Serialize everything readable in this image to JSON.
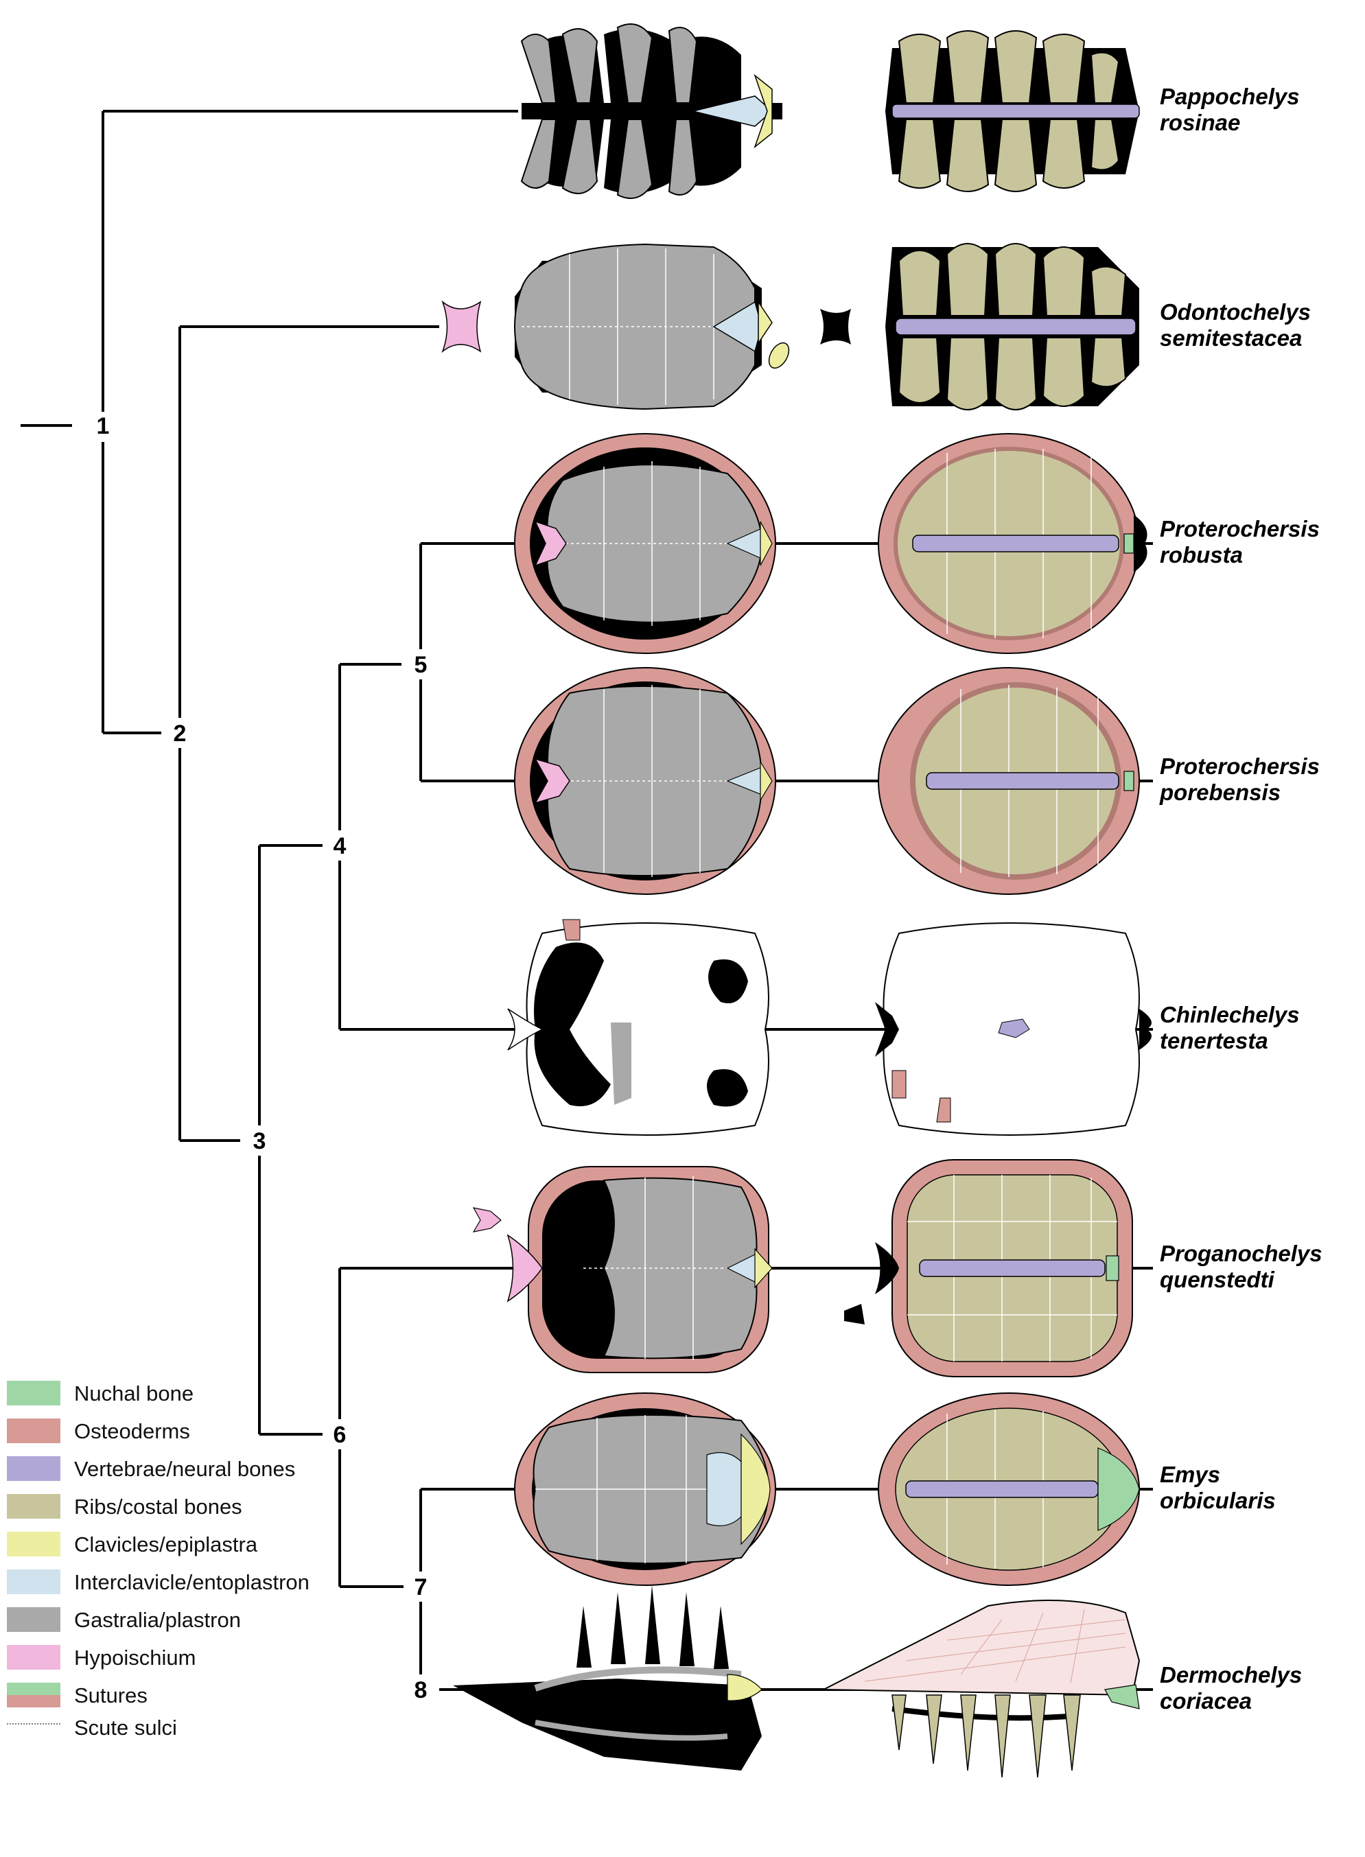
{
  "nodes": [
    "1",
    "2",
    "3",
    "4",
    "5",
    "6",
    "7",
    "8"
  ],
  "taxa": [
    {
      "genus": "Pappochelys",
      "species": "rosinae"
    },
    {
      "genus": "Odontochelys",
      "species": "semitestacea"
    },
    {
      "genus": "Proterochersis",
      "species": "robusta"
    },
    {
      "genus": "Proterochersis",
      "species": "porebensis"
    },
    {
      "genus": "Chinlechelys",
      "species": "tenertesta"
    },
    {
      "genus": "Proganochelys",
      "species": "quenstedti"
    },
    {
      "genus": "Emys",
      "species": "orbicularis"
    },
    {
      "genus": "Dermochelys",
      "species": "coriacea"
    }
  ],
  "legend": [
    {
      "label": "Nuchal bone",
      "color": "#9fd6a6"
    },
    {
      "label": "Osteoderms",
      "color": "#d89a95"
    },
    {
      "label": "Vertebrae/neural bones",
      "color": "#b1a7d6"
    },
    {
      "label": "Ribs/costal bones",
      "color": "#c8c59c"
    },
    {
      "label": "Clavicles/epiplastra",
      "color": "#eeeea0"
    },
    {
      "label": "Interclavicle/entoplastron",
      "color": "#cfe2ee"
    },
    {
      "label": "Gastralia/plastron",
      "color": "#a9a9a9"
    },
    {
      "label": "Hypoischium",
      "color": "#f2b7dd"
    },
    {
      "label": "Sutures",
      "color": "#9fd6a6",
      "color2": "#d89a95"
    },
    {
      "label": "Scute sulci",
      "color": "#555555"
    }
  ],
  "colors": {
    "nuchal": "#9fd6a6",
    "osteoderm": "#d89a95",
    "osteoderm_dark": "#c07870",
    "vertebrae": "#b1a7d6",
    "ribs": "#c8c59c",
    "clavicle": "#eeeea0",
    "interclavicle": "#cfe2ee",
    "plastron": "#a9a9a9",
    "hypoischium": "#f2b7dd",
    "black": "#000000"
  }
}
